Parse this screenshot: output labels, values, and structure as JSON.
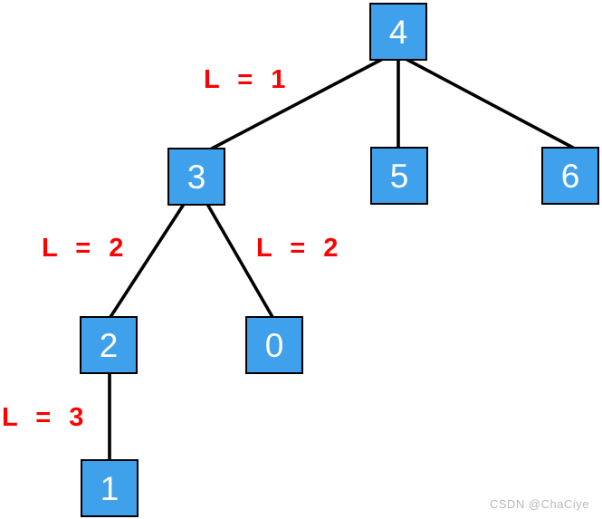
{
  "diagram": {
    "type": "tree",
    "colors": {
      "node_fill": "#3FA0EB",
      "node_border": "#000000",
      "node_text": "#ffffff",
      "edge_stroke": "#000000",
      "edge_label": "#FF0000",
      "background": "#ffffff",
      "watermark_text": "#b9b9b9"
    },
    "nodes": {
      "n4": {
        "value": "4"
      },
      "n3": {
        "value": "3"
      },
      "n5": {
        "value": "5"
      },
      "n6": {
        "value": "6"
      },
      "n2": {
        "value": "2"
      },
      "n0": {
        "value": "0"
      },
      "n1": {
        "value": "1"
      }
    },
    "edges": [
      {
        "from": "4",
        "to": "3",
        "label": "L = 1"
      },
      {
        "from": "4",
        "to": "5",
        "label": ""
      },
      {
        "from": "4",
        "to": "6",
        "label": ""
      },
      {
        "from": "3",
        "to": "2",
        "label": "L = 2"
      },
      {
        "from": "3",
        "to": "0",
        "label": "L = 2"
      },
      {
        "from": "2",
        "to": "1",
        "label": "L = 3"
      }
    ],
    "labels": {
      "l1": "L = 1",
      "l2_left": "L = 2",
      "l2_right": "L = 2",
      "l3": "L = 3"
    }
  },
  "watermark": {
    "text": "CSDN @ChaCiye"
  }
}
